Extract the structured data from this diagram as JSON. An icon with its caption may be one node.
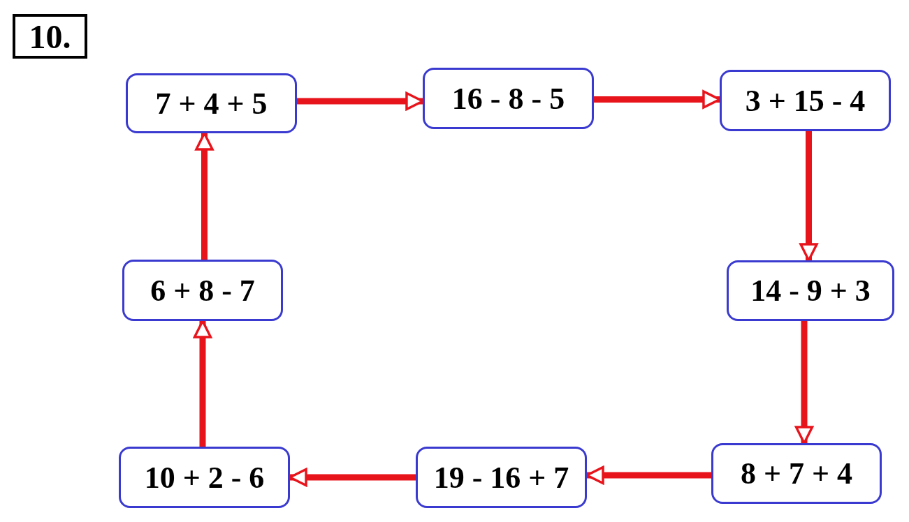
{
  "diagram": {
    "title": "10.",
    "nodes": [
      {
        "text": [
          "7 + 4 + 5"
        ]
      },
      {
        "text": [
          "16 - 8 - 5"
        ]
      },
      {
        "text": [
          "3 + 15 - 4"
        ]
      },
      {
        "text": [
          "14 - 9 + 3"
        ]
      },
      {
        "text": [
          "8 + 7 + 4"
        ]
      },
      {
        "text": [
          "19 - 16 + 7"
        ]
      },
      {
        "text": [
          "10 + 2 - 6"
        ]
      },
      {
        "text": [
          "6 + 8 - 7"
        ]
      }
    ],
    "edges": [
      {
        "from": 0,
        "to": 1,
        "arrow": "to"
      },
      {
        "from": 1,
        "to": 2,
        "arrow": "to"
      },
      {
        "from": 2,
        "to": 3,
        "arrow": "to"
      },
      {
        "from": 3,
        "to": 4,
        "arrow": "to"
      },
      {
        "from": 4,
        "to": 5,
        "arrow": "to"
      },
      {
        "from": 5,
        "to": 6,
        "arrow": "to"
      },
      {
        "from": 6,
        "to": 7,
        "arrow": "to"
      },
      {
        "from": 7,
        "to": 0,
        "arrow": "to"
      }
    ]
  }
}
